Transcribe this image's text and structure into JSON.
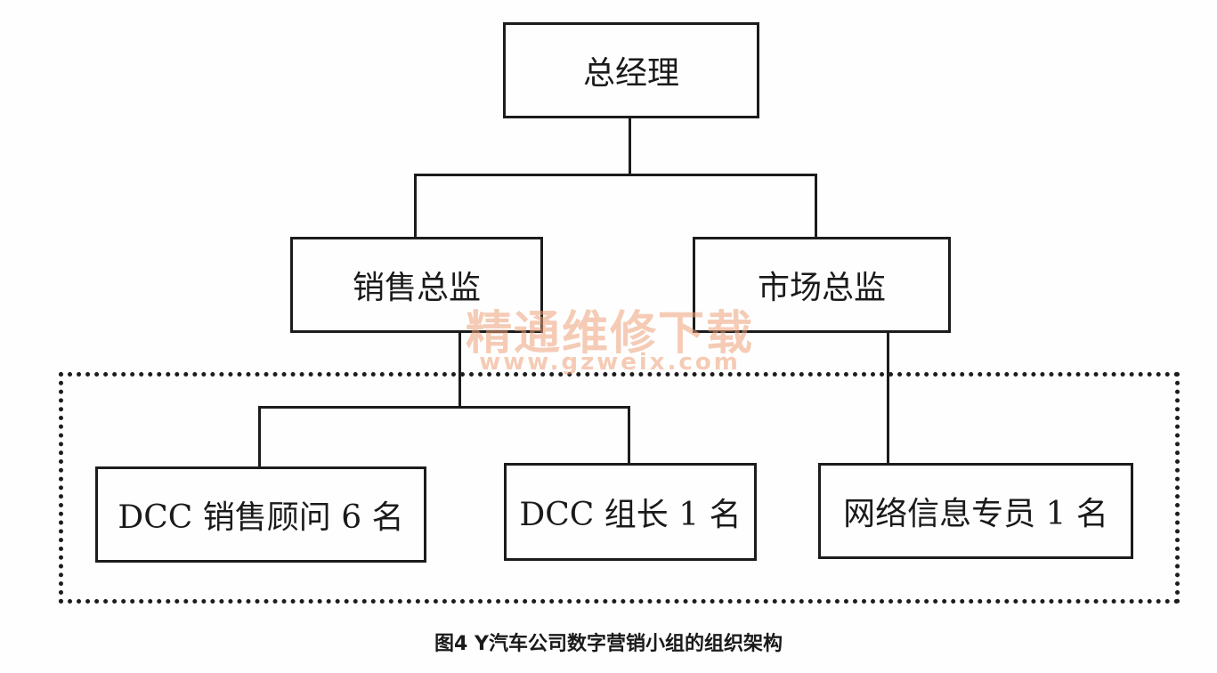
{
  "diagram": {
    "root": {
      "label": "总经理"
    },
    "directors": [
      {
        "label": "销售总监"
      },
      {
        "label": "市场总监"
      }
    ],
    "staff": [
      {
        "label": "DCC 销售顾问 6 名"
      },
      {
        "label": "DCC 组长 1 名"
      },
      {
        "label": "网络信息专员 1 名"
      }
    ]
  },
  "watermark": {
    "title": "精通维修下载",
    "url": "www.gzweix.com"
  },
  "caption": "图4 Y汽车公司数字营销小组的组织架构"
}
